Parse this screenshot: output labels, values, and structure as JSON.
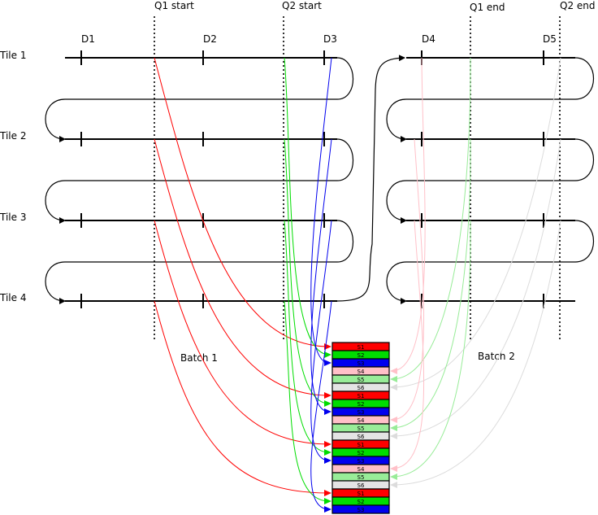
{
  "markers": {
    "q1_start": "Q1 start",
    "q2_start": "Q2 start",
    "q1_end": "Q1 end",
    "q2_end": "Q2 end"
  },
  "days": [
    "D1",
    "D2",
    "D3",
    "D4",
    "D5"
  ],
  "tiles": [
    "Tile 1",
    "Tile 2",
    "Tile 3",
    "Tile 4"
  ],
  "batches": [
    "Batch 1",
    "Batch 2"
  ],
  "slot_labels": [
    "S1",
    "S2",
    "S3",
    "S4",
    "S5",
    "S6"
  ],
  "colors": {
    "S1": "#ff0000",
    "S2": "#00dd00",
    "S3": "#0000ee",
    "S4": "#ffc0c8",
    "S5": "#98ec98",
    "S6": "#e4e4e4"
  },
  "stack_rows": [
    "S1",
    "S2",
    "S3",
    "S4",
    "S5",
    "S6",
    "S1",
    "S2",
    "S3",
    "S4",
    "S5",
    "S6",
    "S1",
    "S2",
    "S3",
    "S4",
    "S5",
    "S6",
    "S1",
    "S2",
    "S3"
  ]
}
